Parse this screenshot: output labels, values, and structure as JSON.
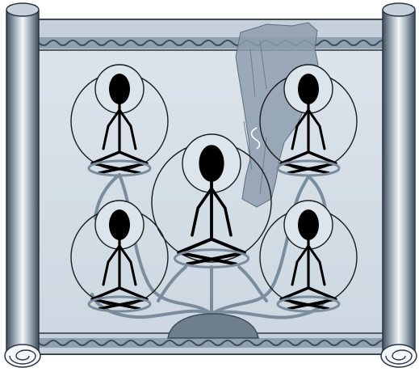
{
  "illustration": {
    "subject": "scroll-with-meditating-figures",
    "colors": {
      "panel": "#d3dde6",
      "panel_dark": "#b9c6d2",
      "border_band": "#c7d1db",
      "torn_overlay": "#8898a8",
      "roots": "#7b8d9c",
      "mound": "#6e7e8c",
      "figure": "#000000",
      "halo_stroke": "#1b1b1b",
      "scroll_light": "#f4f7fa",
      "scroll_dark": "#3e4b58"
    },
    "figures": [
      {
        "id": "top-left"
      },
      {
        "id": "top-right"
      },
      {
        "id": "center"
      },
      {
        "id": "bottom-left"
      },
      {
        "id": "bottom-right"
      }
    ]
  }
}
